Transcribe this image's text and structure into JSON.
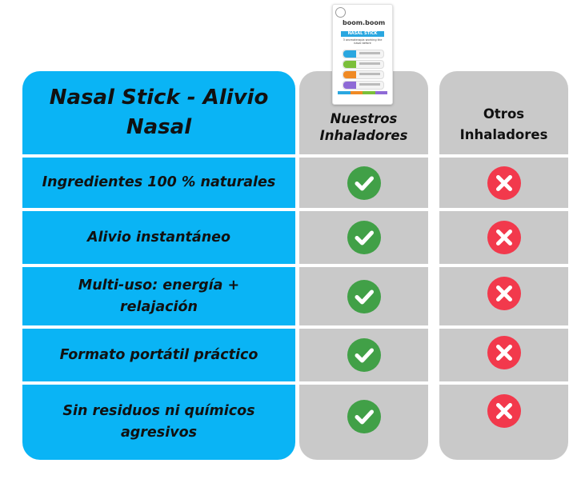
{
  "title": "Nasal Stick - Alivio Nasal",
  "columns": {
    "ours": "Nuestros Inhaladores",
    "others": "Otros Inhaladores"
  },
  "product": {
    "brand": "boom.boom",
    "name": "NASAL STICK",
    "tagline": "3 aromaterapia working the nasal before",
    "stick_colors": [
      "#2aa7e0",
      "#7bbf3a",
      "#f08a24",
      "#8e6ad6"
    ]
  },
  "features": [
    {
      "label": "Ingredientes 100 % naturales",
      "ours": "check-icon",
      "others": "cross-icon"
    },
    {
      "label": "Alivio instantáneo",
      "ours": "check-icon",
      "others": "cross-icon"
    },
    {
      "label": "Multi-uso: energía + relajación",
      "ours": "check-icon",
      "others": "cross-icon"
    },
    {
      "label": "Formato portátil práctico",
      "ours": "check-icon",
      "others": "cross-icon"
    },
    {
      "label": "Sin residuos ni químicos agresivos",
      "ours": "check-icon",
      "others": "cross-icon"
    }
  ],
  "colors": {
    "blue_column": "#0ab4f5",
    "grey_columns": "#c9c9c9",
    "check": "#41a047",
    "cross": "#f2394c"
  }
}
